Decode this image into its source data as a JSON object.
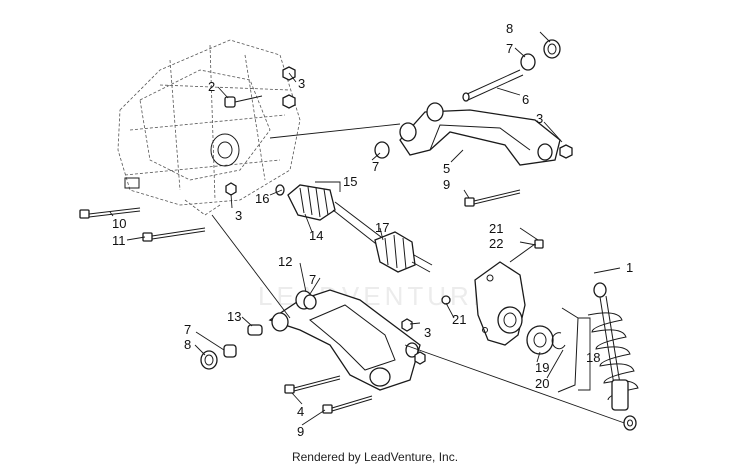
{
  "watermark": "LEADVENTURE",
  "credit": "Rendered by LeadVenture, Inc.",
  "callouts": [
    {
      "id": "c1",
      "label": "1"
    },
    {
      "id": "c2",
      "label": "2"
    },
    {
      "id": "c3a",
      "label": "3"
    },
    {
      "id": "c3b",
      "label": "3"
    },
    {
      "id": "c3c",
      "label": "3"
    },
    {
      "id": "c3d",
      "label": "3"
    },
    {
      "id": "c4",
      "label": "4"
    },
    {
      "id": "c5",
      "label": "5"
    },
    {
      "id": "c6",
      "label": "6"
    },
    {
      "id": "c7a",
      "label": "7"
    },
    {
      "id": "c7b",
      "label": "7"
    },
    {
      "id": "c7c",
      "label": "7"
    },
    {
      "id": "c7d",
      "label": "7"
    },
    {
      "id": "c8a",
      "label": "8"
    },
    {
      "id": "c8b",
      "label": "8"
    },
    {
      "id": "c9a",
      "label": "9"
    },
    {
      "id": "c9b",
      "label": "9"
    },
    {
      "id": "c10",
      "label": "10"
    },
    {
      "id": "c11",
      "label": "11"
    },
    {
      "id": "c12",
      "label": "12"
    },
    {
      "id": "c13",
      "label": "13"
    },
    {
      "id": "c14",
      "label": "14"
    },
    {
      "id": "c15",
      "label": "15"
    },
    {
      "id": "c16",
      "label": "16"
    },
    {
      "id": "c17",
      "label": "17"
    },
    {
      "id": "c18",
      "label": "18"
    },
    {
      "id": "c19",
      "label": "19"
    },
    {
      "id": "c20",
      "label": "20"
    },
    {
      "id": "c21a",
      "label": "21"
    },
    {
      "id": "c21b",
      "label": "21"
    },
    {
      "id": "c22",
      "label": "22"
    }
  ]
}
